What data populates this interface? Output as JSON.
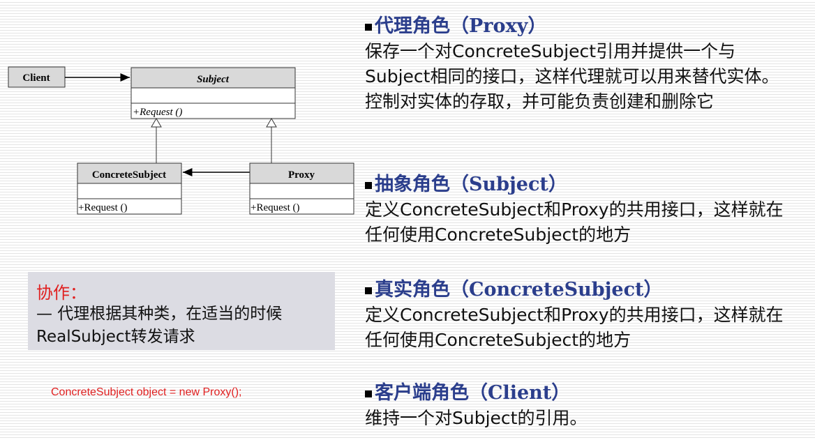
{
  "diagram": {
    "client": "Client",
    "subject": {
      "name": "Subject",
      "method": "+Request ()"
    },
    "concrete_subject": {
      "name": "ConcreteSubject",
      "method": "+Request ()"
    },
    "proxy": {
      "name": "Proxy",
      "method": "+Request ()"
    }
  },
  "collaboration": {
    "title": "协作：",
    "text": "— 代理根据其种类，在适当的时候\nRealSubject转发请求"
  },
  "code": "ConcreteSubject object = new Proxy();",
  "sections": [
    {
      "heading": "代理角色（Proxy）",
      "body": "保存一个对ConcreteSubject引用并提供一个与Subject相同的接口，这样代理就可以用来替代实体。控制对实体的存取，并可能负责创建和删除它"
    },
    {
      "heading": "抽象角色（Subject）",
      "body": "定义ConcreteSubject和Proxy的共用接口，这样就在任何使用ConcreteSubject的地方"
    },
    {
      "heading": "真实角色（ConcreteSubject）",
      "body": "定义ConcreteSubject和Proxy的共用接口，这样就在任何使用ConcreteSubject的地方"
    },
    {
      "heading": "客户端角色（Client）",
      "body": "维持一个对Subject的引用。"
    }
  ],
  "colors": {
    "heading": "#2b3e8c",
    "accent_red": "#e02020",
    "box": "#dcdce3"
  }
}
